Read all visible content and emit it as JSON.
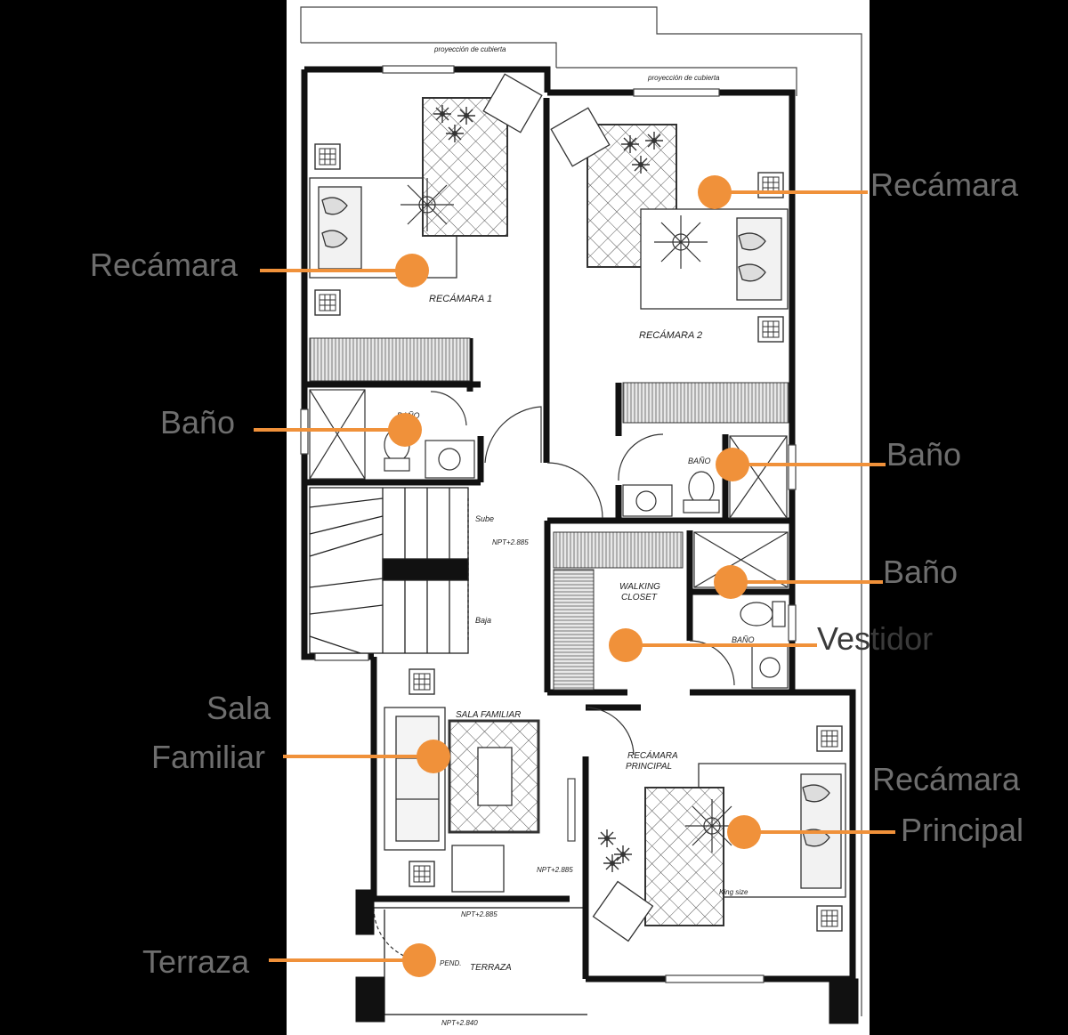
{
  "plan": {
    "rooms": {
      "recamara_1": "RECÁMARA 1",
      "recamara_2": "RECÁMARA 2",
      "bano_1": "BAÑO",
      "bano_2": "BAÑO",
      "bano_3": "BAÑO",
      "walking_closet_line1": "WALKING",
      "walking_closet_line2": "CLOSET",
      "sala_familiar": "SALA FAMILIAR",
      "recamara_principal_line1": "RECÁMARA",
      "recamara_principal_line2": "PRINCIPAL",
      "terraza": "TERRAZA"
    },
    "notes": {
      "proyeccion_1": "proyección de cubierta",
      "proyeccion_2": "proyección de cubierta",
      "sube": "Sube",
      "baja": "Baja",
      "npt_1": "NPT+2.885",
      "npt_2": "NPT+2.885",
      "npt_3": "NPT+2.885",
      "npt_4": "NPT+2.840",
      "king_size": "King size",
      "pend": "PEND."
    }
  },
  "callouts": {
    "marker_color": "#f0913a",
    "recamara_right": "Recámara",
    "recamara_left": "Recámara",
    "bano_left": "Baño",
    "bano_right": "Baño",
    "bano_right_2": "Baño",
    "vestidor": "Vestidor",
    "sala_line1": "Sala",
    "sala_line2": "Familiar",
    "recamara_principal_line1": "Recámara",
    "recamara_principal_line2": "Principal",
    "terraza": "Terraza"
  }
}
